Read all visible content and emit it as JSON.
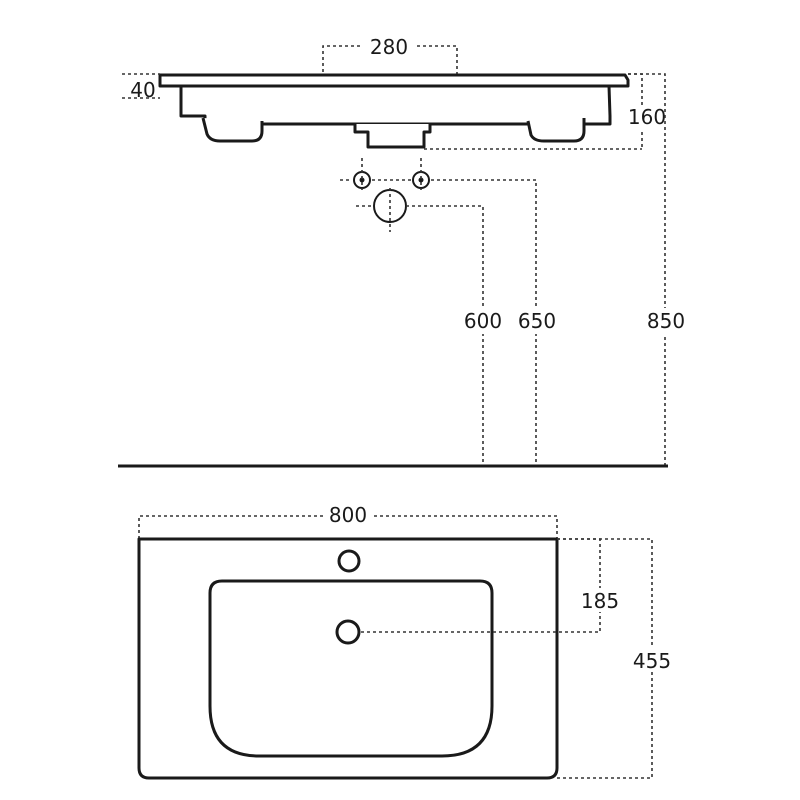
{
  "side_view": {
    "dimensions": {
      "tap_hole_spacing": "280",
      "slab_thickness": "40",
      "basin_depth": "160",
      "waste_height": "600",
      "supply_height": "650",
      "total_height": "850"
    }
  },
  "top_view": {
    "dimensions": {
      "width": "800",
      "waste_offset": "185",
      "depth": "455"
    }
  }
}
